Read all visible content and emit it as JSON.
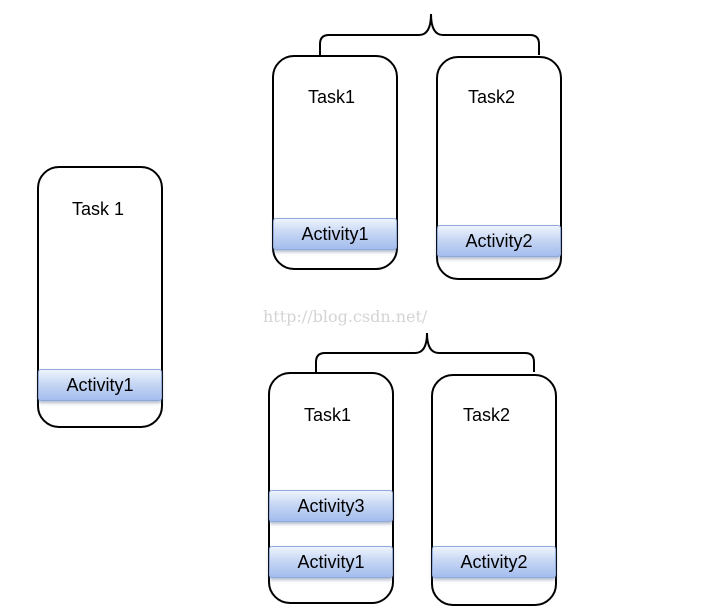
{
  "left_stack": {
    "task_label": "Task 1",
    "activities": [
      "Activity1"
    ]
  },
  "top_group": {
    "task1": {
      "label": "Task1",
      "activity": "Activity1"
    },
    "task2": {
      "label": "Task2",
      "activity": "Activity2"
    }
  },
  "bottom_group": {
    "task1": {
      "label": "Task1",
      "activities": [
        "Activity3",
        "Activity1"
      ]
    },
    "task2": {
      "label": "Task2",
      "activity": "Activity2"
    }
  },
  "watermark": "http://blog.csdn.net/",
  "colors": {
    "activity_fill_top": "#eef3fd",
    "activity_fill_bottom": "#a4bdee",
    "activity_border": "#8fa9d9",
    "outline": "#000000"
  }
}
